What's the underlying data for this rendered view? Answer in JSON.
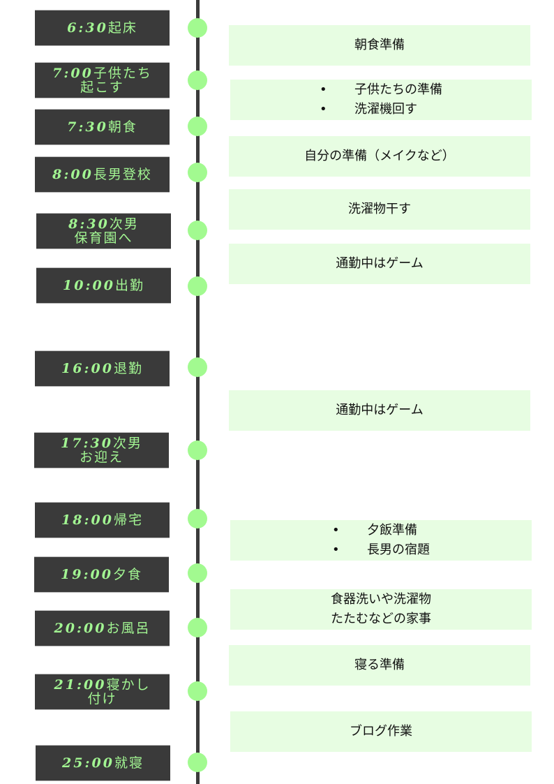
{
  "schedule": [
    {
      "time": "6:30",
      "label": "起床"
    },
    {
      "time": "7:00",
      "label": "子供たち\n起こす"
    },
    {
      "time": "7:30",
      "label": "朝食"
    },
    {
      "time": "8:00",
      "label": "長男登校"
    },
    {
      "time": "8:30",
      "label": "次男\n保育園へ"
    },
    {
      "time": "10:00",
      "label": "出勤"
    },
    {
      "time": "16:00",
      "label": "退勤"
    },
    {
      "time": "17:30",
      "label": "次男\nお迎え"
    },
    {
      "time": "18:00",
      "label": "帰宅"
    },
    {
      "time": "19:00",
      "label": "夕食"
    },
    {
      "time": "20:00",
      "label": "お風呂"
    },
    {
      "time": "21:00",
      "label": "寝かし\n付け"
    },
    {
      "time": "25:00",
      "label": "就寝"
    }
  ],
  "activities": [
    {
      "text": "朝食準備"
    },
    {
      "bullets": [
        "子供たちの準備",
        "洗濯機回す"
      ]
    },
    {
      "text": "自分の準備（メイクなど）"
    },
    {
      "text": "洗濯物干す"
    },
    {
      "text": "通勤中はゲーム"
    },
    {
      "text": "通勤中はゲーム"
    },
    {
      "bullets": [
        "夕飯準備",
        "長男の宿題"
      ]
    },
    {
      "text": "食器洗いや洗濯物\nたたむなどの家事"
    },
    {
      "text": "寝る準備"
    },
    {
      "text": "ブログ作業"
    }
  ],
  "colors": {
    "dark": "#3a3a3a",
    "green_text": "#a2f592",
    "dot": "#a2fa90",
    "activity_bg": "#e7fde2"
  }
}
